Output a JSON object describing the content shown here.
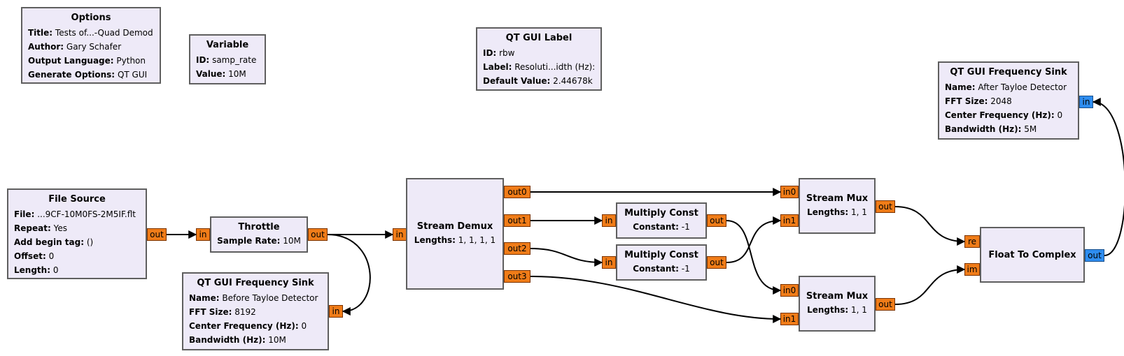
{
  "blocks": {
    "options": {
      "title": "Options",
      "params": [
        {
          "key": "Title:",
          "value": "Tests of...-Quad Demod"
        },
        {
          "key": "Author:",
          "value": "Gary Schafer"
        },
        {
          "key": "Output Language:",
          "value": "Python"
        },
        {
          "key": "Generate Options:",
          "value": "QT GUI"
        }
      ]
    },
    "variable": {
      "title": "Variable",
      "params": [
        {
          "key": "ID:",
          "value": "samp_rate"
        },
        {
          "key": "Value:",
          "value": "10M"
        }
      ]
    },
    "qt_label": {
      "title": "QT GUI Label",
      "params": [
        {
          "key": "ID:",
          "value": "rbw"
        },
        {
          "key": "Label:",
          "value": "Resoluti...idth (Hz):"
        },
        {
          "key": "Default Value:",
          "value": "2.44678k"
        }
      ]
    },
    "freq_sink_after": {
      "title": "QT GUI Frequency Sink",
      "params": [
        {
          "key": "Name:",
          "value": "After Tayloe Detector"
        },
        {
          "key": "FFT Size:",
          "value": "2048"
        },
        {
          "key": "Center Frequency (Hz):",
          "value": "0"
        },
        {
          "key": "Bandwidth (Hz):",
          "value": "5M"
        }
      ],
      "ports": {
        "in": "in"
      }
    },
    "file_source": {
      "title": "File Source",
      "params": [
        {
          "key": "File:",
          "value": "...9CF-10M0FS-2M5IF.flt"
        },
        {
          "key": "Repeat:",
          "value": "Yes"
        },
        {
          "key": "Add begin tag:",
          "value": "()"
        },
        {
          "key": "Offset:",
          "value": "0"
        },
        {
          "key": "Length:",
          "value": "0"
        }
      ],
      "ports": {
        "out": "out"
      }
    },
    "throttle": {
      "title": "Throttle",
      "params": [
        {
          "key": "Sample Rate:",
          "value": "10M"
        }
      ],
      "ports": {
        "in": "in",
        "out": "out"
      }
    },
    "freq_sink_before": {
      "title": "QT GUI Frequency Sink",
      "params": [
        {
          "key": "Name:",
          "value": "Before Tayloe Detector"
        },
        {
          "key": "FFT Size:",
          "value": "8192"
        },
        {
          "key": "Center Frequency (Hz):",
          "value": "0"
        },
        {
          "key": "Bandwidth (Hz):",
          "value": "10M"
        }
      ],
      "ports": {
        "in": "in"
      }
    },
    "stream_demux": {
      "title": "Stream Demux",
      "params": [
        {
          "key": "Lengths:",
          "value": "1, 1, 1, 1"
        }
      ],
      "ports": {
        "in": "in",
        "out0": "out0",
        "out1": "out1",
        "out2": "out2",
        "out3": "out3"
      }
    },
    "mult_const_1": {
      "title": "Multiply Const",
      "params": [
        {
          "key": "Constant:",
          "value": "-1"
        }
      ],
      "ports": {
        "in": "in",
        "out": "out"
      }
    },
    "mult_const_2": {
      "title": "Multiply Const",
      "params": [
        {
          "key": "Constant:",
          "value": "-1"
        }
      ],
      "ports": {
        "in": "in",
        "out": "out"
      }
    },
    "stream_mux_1": {
      "title": "Stream Mux",
      "params": [
        {
          "key": "Lengths:",
          "value": "1, 1"
        }
      ],
      "ports": {
        "in0": "in0",
        "in1": "in1",
        "out": "out"
      }
    },
    "stream_mux_2": {
      "title": "Stream Mux",
      "params": [
        {
          "key": "Lengths:",
          "value": "1, 1"
        }
      ],
      "ports": {
        "in0": "in0",
        "in1": "in1",
        "out": "out"
      }
    },
    "float_to_complex": {
      "title": "Float To Complex",
      "params": [],
      "ports": {
        "re": "re",
        "im": "im",
        "out": "out"
      }
    }
  },
  "colors": {
    "block_fill": "#eeeaf8",
    "block_border": "#5f5f5f",
    "float_port": "#f07c18",
    "complex_port": "#2e8df0",
    "wire": "#000000"
  }
}
